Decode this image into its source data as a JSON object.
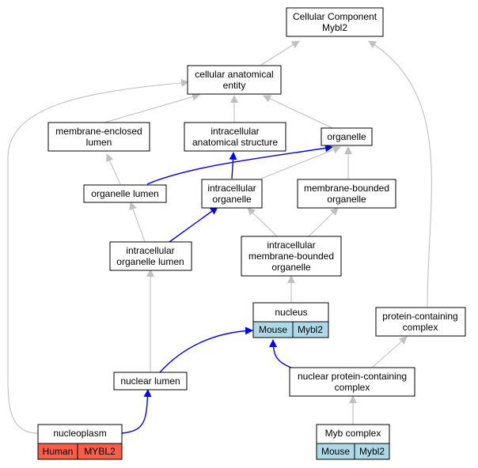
{
  "nodes": {
    "cc": {
      "lines": [
        "Cellular Component",
        "Mybl2"
      ]
    },
    "cae": {
      "lines": [
        "cellular anatomical",
        "entity"
      ]
    },
    "mel": {
      "lines": [
        "membrane-enclosed",
        "lumen"
      ]
    },
    "ias": {
      "lines": [
        "intracellular",
        "anatomical structure"
      ]
    },
    "organelle": {
      "lines": [
        "organelle"
      ]
    },
    "ol": {
      "lines": [
        "organelle lumen"
      ]
    },
    "io": {
      "lines": [
        "intracellular",
        "organelle"
      ]
    },
    "mbo": {
      "lines": [
        "membrane-bounded",
        "organelle"
      ]
    },
    "iol": {
      "lines": [
        "intracellular",
        "organelle lumen"
      ]
    },
    "imbo": {
      "lines": [
        "intracellular",
        "membrane-bounded",
        "organelle"
      ]
    },
    "nucleus": {
      "lines": [
        "nucleus"
      ],
      "tags": [
        "Mouse",
        "Mybl2"
      ]
    },
    "pcc": {
      "lines": [
        "protein-containing",
        "complex"
      ]
    },
    "nl": {
      "lines": [
        "nuclear lumen"
      ]
    },
    "npcc": {
      "lines": [
        "nuclear protein-containing",
        "complex"
      ]
    },
    "np": {
      "lines": [
        "nucleoplasm"
      ],
      "tags": [
        "Human",
        "MYBL2"
      ]
    },
    "myb": {
      "lines": [
        "Myb complex"
      ],
      "tags": [
        "Mouse",
        "Mybl2"
      ]
    }
  },
  "colors": {
    "gray_edge": "#c0c0c0",
    "blue_edge": "#0000ff",
    "mouse_tag": "#add8e6",
    "human_tag": "#fa5e49",
    "border": "#000000"
  },
  "edges": [
    {
      "from": "cae",
      "to": "cc",
      "style": "gray"
    },
    {
      "from": "pcc",
      "to": "cc",
      "style": "gray"
    },
    {
      "from": "mel",
      "to": "cae",
      "style": "gray"
    },
    {
      "from": "ias",
      "to": "cae",
      "style": "gray"
    },
    {
      "from": "organelle",
      "to": "cae",
      "style": "gray"
    },
    {
      "from": "np",
      "to": "cae",
      "style": "gray"
    },
    {
      "from": "ol",
      "to": "mel",
      "style": "gray"
    },
    {
      "from": "io",
      "to": "ias",
      "style": "blue"
    },
    {
      "from": "ol",
      "to": "organelle",
      "style": "blue"
    },
    {
      "from": "io",
      "to": "organelle",
      "style": "gray"
    },
    {
      "from": "mbo",
      "to": "organelle",
      "style": "gray"
    },
    {
      "from": "iol",
      "to": "ol",
      "style": "gray"
    },
    {
      "from": "iol",
      "to": "io",
      "style": "blue"
    },
    {
      "from": "imbo",
      "to": "io",
      "style": "gray"
    },
    {
      "from": "imbo",
      "to": "mbo",
      "style": "gray"
    },
    {
      "from": "nucleus",
      "to": "imbo",
      "style": "gray"
    },
    {
      "from": "nl",
      "to": "iol",
      "style": "gray"
    },
    {
      "from": "nl",
      "to": "nucleus",
      "style": "blue"
    },
    {
      "from": "npcc",
      "to": "nucleus",
      "style": "blue"
    },
    {
      "from": "npcc",
      "to": "pcc",
      "style": "gray"
    },
    {
      "from": "np",
      "to": "nl",
      "style": "blue"
    },
    {
      "from": "myb",
      "to": "npcc",
      "style": "gray"
    }
  ]
}
